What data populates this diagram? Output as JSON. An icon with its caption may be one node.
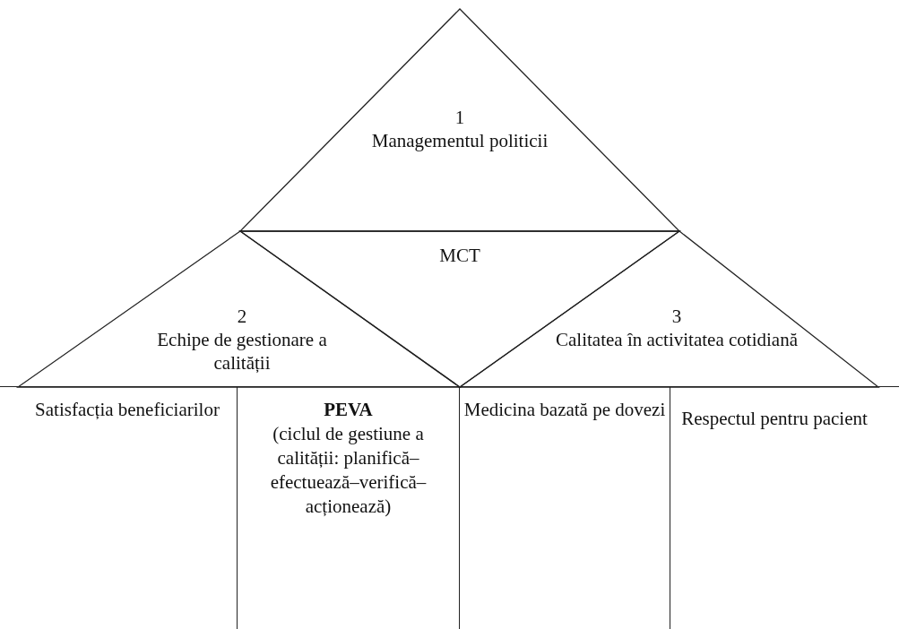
{
  "diagram": {
    "nodes": [
      {
        "text": [
          "1",
          "Managementul politicii"
        ]
      },
      {
        "text": [
          "MCT"
        ]
      },
      {
        "text": [
          "2",
          "Echipe de gestionare a calității"
        ]
      },
      {
        "text": [
          "3",
          "Calitatea în activitatea cotidiană"
        ]
      },
      {
        "text": [
          "Satisfacția beneficiarilor"
        ]
      },
      {
        "text": [
          "PEVA",
          "(ciclul de gestiune a calității: planifică–efectuează–verifică–acționează)"
        ]
      },
      {
        "text": [
          "Medicina bazată pe dovezi"
        ]
      },
      {
        "text": [
          "Respectul pentru pacient"
        ]
      }
    ]
  }
}
